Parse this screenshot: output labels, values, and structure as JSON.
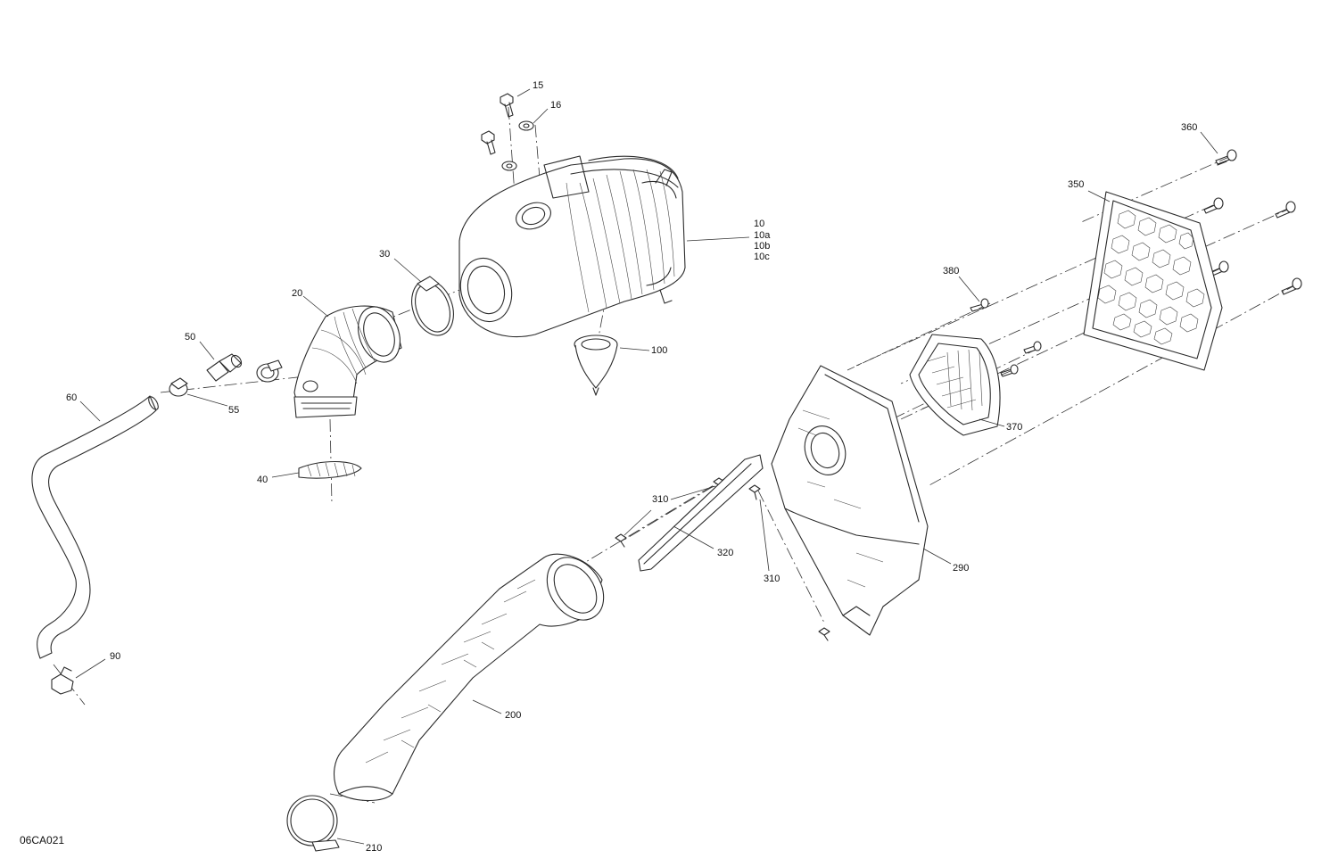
{
  "drawing_code": "06CA021",
  "callouts": {
    "c15": "15",
    "c16": "16",
    "c10": "10",
    "c10a": "10a",
    "c10b": "10b",
    "c10c": "10c",
    "c30": "30",
    "c20": "20",
    "c50": "50",
    "c60": "60",
    "c55": "55",
    "c100": "100",
    "c40": "40",
    "c90": "90",
    "c360": "360",
    "c350": "350",
    "c380": "380",
    "c370": "370",
    "c310a": "310",
    "c310b": "310",
    "c320": "320",
    "c290": "290",
    "c200": "200",
    "c210": "210"
  }
}
